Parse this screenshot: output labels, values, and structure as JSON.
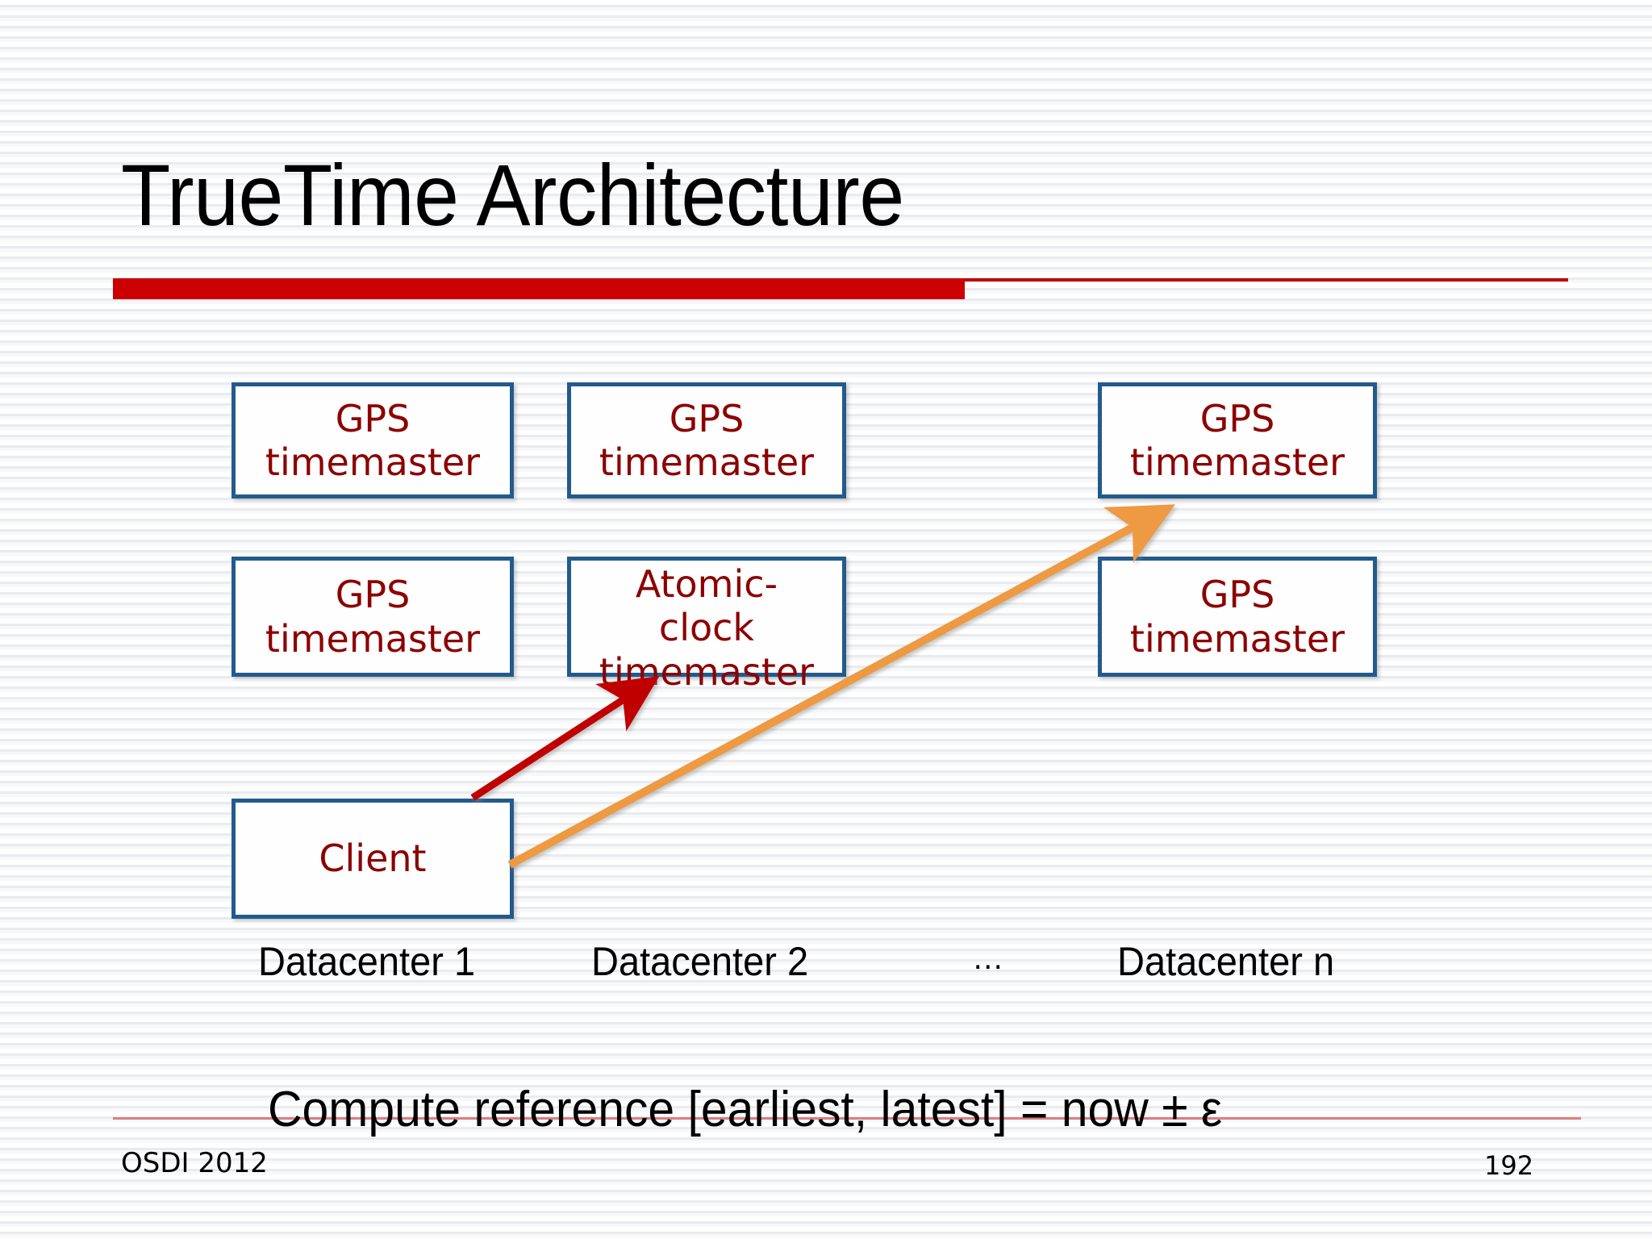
{
  "slide": {
    "title": "TrueTime Architecture",
    "accent_color": "#CC0000",
    "box_border_color": "#235A8C",
    "box_text_color": "#8C0000",
    "orange_arrow_color": "#ED9A43",
    "dark_red_line_color": "#8B0A0A",
    "red_arrow_color": "#C00000"
  },
  "diagram": {
    "boxes": [
      {
        "id": "gps-1",
        "label": "GPS\ntimemaster"
      },
      {
        "id": "gps-2",
        "label": "GPS\ntimemaster"
      },
      {
        "id": "gps-3",
        "label": "GPS\ntimemaster"
      },
      {
        "id": "gps-4",
        "label": "GPS\ntimemaster"
      },
      {
        "id": "atomic",
        "label": "Atomic-\nclock\ntimemaster"
      },
      {
        "id": "gps-5",
        "label": "GPS\ntimemaster"
      },
      {
        "id": "client",
        "label": "Client"
      }
    ],
    "datacenter_labels": [
      {
        "id": "dc-1",
        "label": "Datacenter 1"
      },
      {
        "id": "dc-2",
        "label": "Datacenter 2"
      },
      {
        "id": "dc-ellipsis",
        "label": "…"
      },
      {
        "id": "dc-n",
        "label": "Datacenter n"
      }
    ]
  },
  "caption": {
    "text": "Compute reference [earliest, latest] = now ± ε"
  },
  "footer": {
    "left": "OSDI 2012",
    "page_number": "192"
  }
}
